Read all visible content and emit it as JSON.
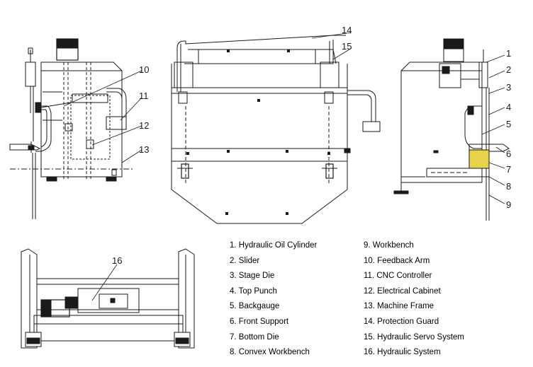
{
  "callouts": [
    "1",
    "2",
    "3",
    "4",
    "5",
    "6",
    "7",
    "8",
    "9",
    "10",
    "11",
    "12",
    "13",
    "14",
    "15",
    "16"
  ],
  "legend": {
    "left": [
      "1. Hydraulic Oil Cylinder",
      "2. Slider",
      "3. Stage Die",
      "4. Top Punch",
      "5. Backgauge",
      "6. Front Support",
      "7. Bottom Die",
      "8. Convex Workbench"
    ],
    "right": [
      "9. Workbench",
      "10. Feedback Arm",
      "11. CNC Controller",
      "12. Electrical Cabinet",
      "13. Machine Frame",
      "14. Protection Guard",
      "15. Hydraulic Servo System",
      "16. Hydraulic System"
    ]
  },
  "colors": {
    "line": "#1a1a1a",
    "yellow_hatch": "#e8d44a"
  }
}
